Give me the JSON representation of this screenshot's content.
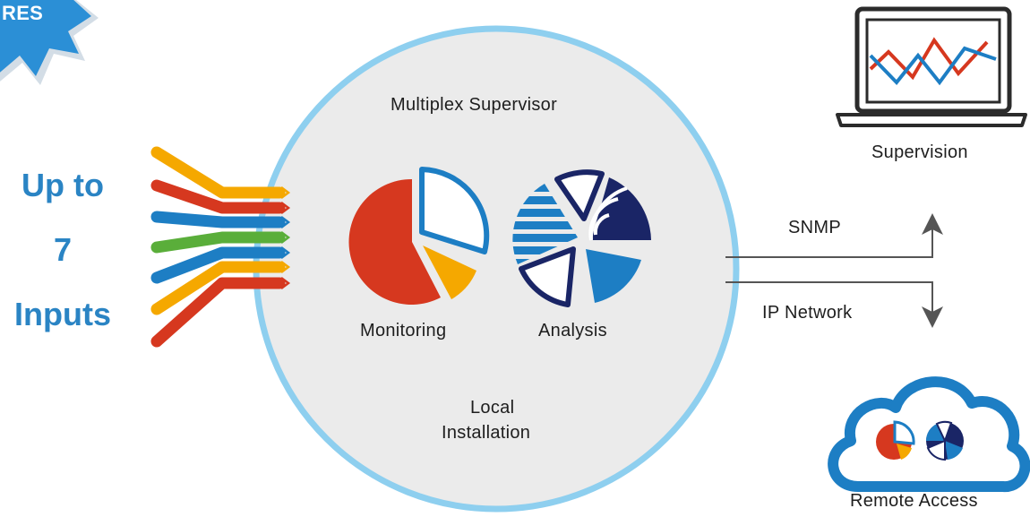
{
  "badge": {
    "text": "RES"
  },
  "inputs": {
    "line1": "Up to",
    "line2": "7",
    "line3": "Inputs"
  },
  "center": {
    "title": "Multiplex Supervisor",
    "monitoring": "Monitoring",
    "analysis": "Analysis",
    "local_line1": "Local",
    "local_line2": "Installation"
  },
  "links": {
    "snmp": "SNMP",
    "ip_network": "IP Network"
  },
  "supervision": {
    "label": "Supervision"
  },
  "remote": {
    "label": "Remote Access"
  },
  "colors": {
    "red": "#d6381f",
    "orange": "#f5a800",
    "blue": "#1d7ec4",
    "green": "#5aae3a",
    "navy": "#1a2566",
    "circle_fill": "#ebebeb",
    "circle_ring": "#8ecfef",
    "badge": "#2b8fd6"
  },
  "input_arrows": [
    "orange",
    "red",
    "blue",
    "green",
    "blue",
    "orange",
    "red"
  ]
}
